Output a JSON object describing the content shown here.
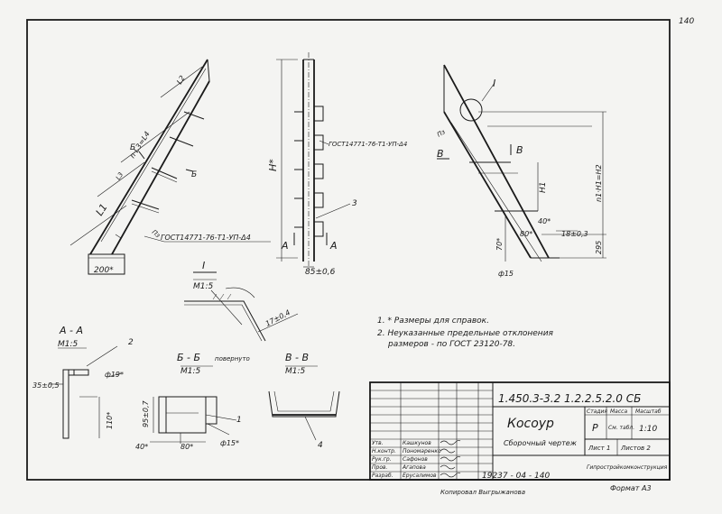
{
  "page_number": "140",
  "stamp_number": "19237 - 04 - 140",
  "copied_by": "Копировал Выгрыжанова",
  "format": "Формат А3",
  "drawing_code": "1.450.3-3.2 1.2.2.5.2.0 СБ",
  "drawing_title": "Косоур",
  "drawing_subtitle": "Сборочный чертеж",
  "stage": {
    "header": "Стадия",
    "value": "Р"
  },
  "mass": {
    "header": "Масса",
    "value": "См. табл."
  },
  "scale": {
    "header": "Масштаб",
    "value": "1:10"
  },
  "sheet": "Лист 1",
  "sheets": "Листов 2",
  "organization": "Гипростройкомконструкция",
  "signatures": [
    {
      "role": "Утв.",
      "name": "Кашкунов"
    },
    {
      "role": "Н.контр.",
      "name": "Пономаренко"
    },
    {
      "role": "Рук.гр.",
      "name": "Сафонов"
    },
    {
      "role": "Пров.",
      "name": "Агапова"
    },
    {
      "role": "Разраб.",
      "name": "Ерусалимов"
    }
  ],
  "notes": [
    "1. * Размеры для справок.",
    "2. Неуказанные предельные отклонения",
    "размеров - по ГОСТ 23120-78."
  ],
  "view_left": {
    "dims": [
      "L2",
      "n·L3=L4",
      "L3",
      "L1",
      "200*",
      "Б",
      "Б",
      "Пз"
    ],
    "weld": "ГОСТ14771-76-Т1-УП-Δ4"
  },
  "view_middle": {
    "dims": [
      "H*",
      "85±0,6",
      "A",
      "A",
      "3"
    ],
    "weld": "ГОСТ14771-76-Т1-УП-Δ4"
  },
  "view_right": {
    "dims": [
      "I",
      "В",
      "В",
      "Пз",
      "H1",
      "n1·H1=H2",
      "70*",
      "80*",
      "40*",
      "18±0,3",
      "295",
      "ф15"
    ]
  },
  "detail_I": {
    "title": "I",
    "scale": "М1:5",
    "dim": "17±0,4"
  },
  "section_AA": {
    "title": "А - А",
    "scale": "М1:5",
    "dims": [
      "35±0,5",
      "110*",
      "ф19*",
      "2"
    ]
  },
  "section_BB": {
    "title": "Б - Б",
    "note": "повернуто",
    "scale": "М1:5",
    "dims": [
      "95±0,7",
      "40*",
      "80*",
      "ф15*",
      "1"
    ]
  },
  "section_VV": {
    "title": "В - В",
    "scale": "М1:5",
    "dims": [
      "4"
    ]
  }
}
